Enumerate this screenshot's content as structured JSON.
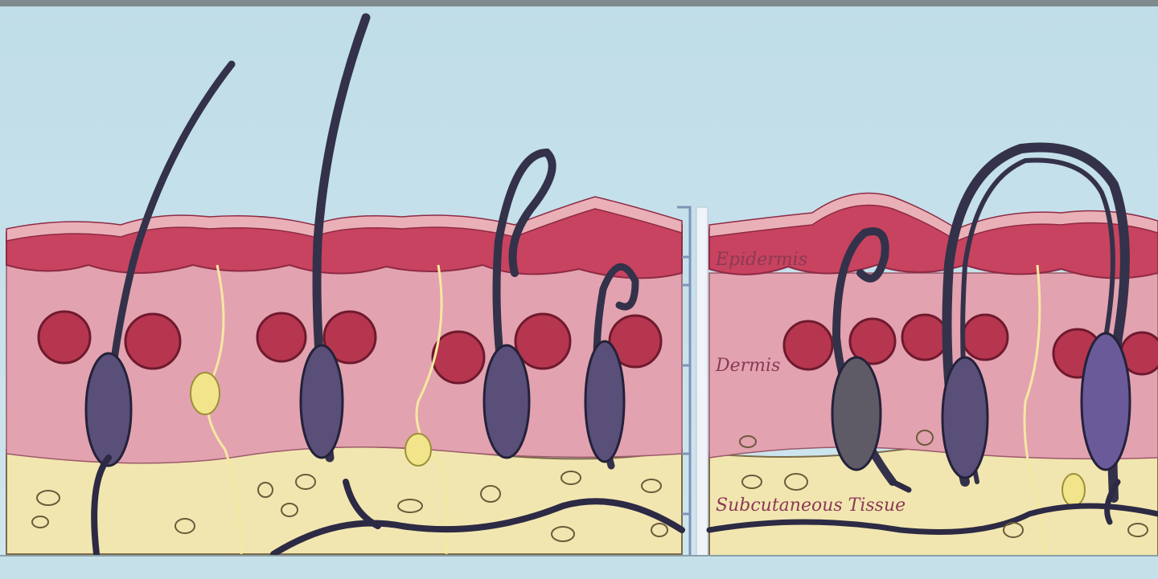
{
  "diagram": {
    "layers": {
      "epidermis": "Epidermis",
      "dermis": "Dermis",
      "subcutaneous": "Subcutaneous Tissue"
    },
    "colors": {
      "sky": "#c6e3ec",
      "epidermis": "#c9435f",
      "epidermis_top": "#e8a9b2",
      "dermis": "#e6a9b4",
      "subcutaneous": "#f3e7b3",
      "hair": "#3c3a4f",
      "gland": "#b23a52",
      "nerve": "#d9d07a",
      "bracket": "#7f93b5"
    }
  }
}
